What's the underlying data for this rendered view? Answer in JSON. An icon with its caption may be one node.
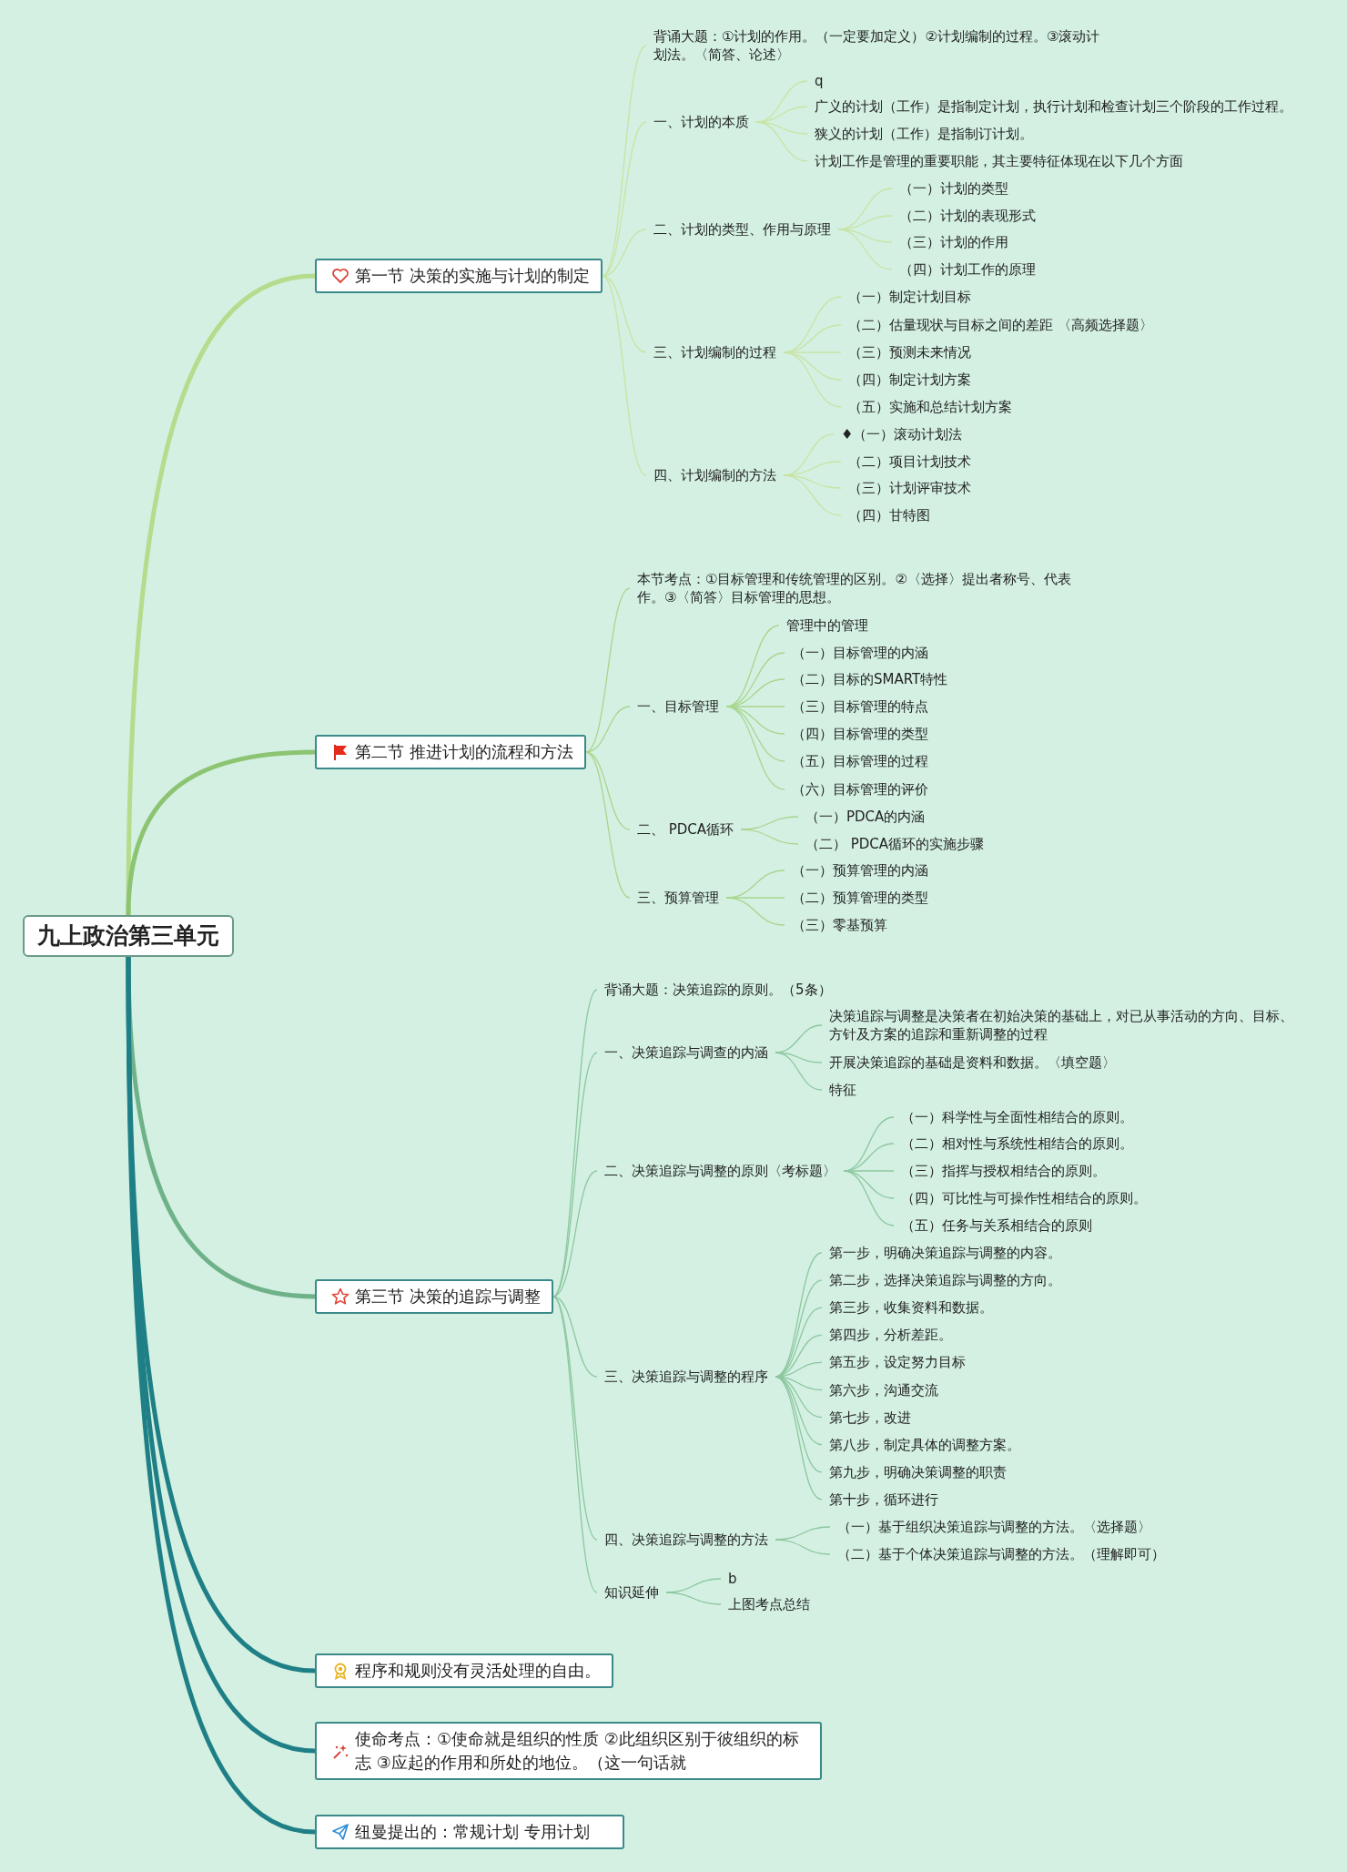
{
  "diagram": {
    "nodes": [
      {
        "text": [
          "九上政治第三单元"
        ]
      },
      {
        "text": [
          "第一节 决策的实施与计划的制定"
        ]
      },
      {
        "text": [
          "背诵大题：①计划的作用。（一定要加定义）②计划编制的过程。③滚动计划法。〈简答、论述〉"
        ]
      },
      {
        "text": [
          "一、计划的本质"
        ]
      },
      {
        "text": [
          "q"
        ]
      },
      {
        "text": [
          "广义的计划（工作）是指制定计划，执行计划和检查计划三个阶段的工作过程。"
        ]
      },
      {
        "text": [
          "狭义的计划（工作）是指制订计划。"
        ]
      },
      {
        "text": [
          "计划工作是管理的重要职能，其主要特征体现在以下几个方面"
        ]
      },
      {
        "text": [
          "二、计划的类型、作用与原理"
        ]
      },
      {
        "text": [
          "（一）计划的类型"
        ]
      },
      {
        "text": [
          "（二）计划的表现形式"
        ]
      },
      {
        "text": [
          "（三）计划的作用"
        ]
      },
      {
        "text": [
          "（四）计划工作的原理"
        ]
      },
      {
        "text": [
          "三、计划编制的过程"
        ]
      },
      {
        "text": [
          "（一）制定计划目标"
        ]
      },
      {
        "text": [
          "（二）估量现状与目标之间的差距 〈高频选择题〉"
        ]
      },
      {
        "text": [
          "（三）预测未来情况"
        ]
      },
      {
        "text": [
          "（四）制定计划方案"
        ]
      },
      {
        "text": [
          "（五）实施和总结计划方案"
        ]
      },
      {
        "text": [
          "四、计划编制的方法"
        ]
      },
      {
        "text": [
          "♦（一）滚动计划法"
        ]
      },
      {
        "text": [
          "（二）项目计划技术"
        ]
      },
      {
        "text": [
          "（三）计划评审技术"
        ]
      },
      {
        "text": [
          "（四）甘特图"
        ]
      },
      {
        "text": [
          "第二节 推进计划的流程和方法"
        ]
      },
      {
        "text": [
          "本节考点：①目标管理和传统管理的区别。②〈选择〉提出者称号、代表作。③〈简答〉目标管理的思想。"
        ]
      },
      {
        "text": [
          "一、目标管理"
        ]
      },
      {
        "text": [
          "管理中的管理"
        ]
      },
      {
        "text": [
          "（一）目标管理的内涵"
        ]
      },
      {
        "text": [
          "（二）目标的SMART特性"
        ]
      },
      {
        "text": [
          "（三）目标管理的特点"
        ]
      },
      {
        "text": [
          "（四）目标管理的类型"
        ]
      },
      {
        "text": [
          "（五）目标管理的过程"
        ]
      },
      {
        "text": [
          "（六）目标管理的评价"
        ]
      },
      {
        "text": [
          "二、 PDCA循环"
        ]
      },
      {
        "text": [
          "（一）PDCA的内涵"
        ]
      },
      {
        "text": [
          "（二） PDCA循环的实施步骤"
        ]
      },
      {
        "text": [
          "三、预算管理"
        ]
      },
      {
        "text": [
          "（一）预算管理的内涵"
        ]
      },
      {
        "text": [
          "（二）预算管理的类型"
        ]
      },
      {
        "text": [
          "（三）零基预算"
        ]
      },
      {
        "text": [
          "第三节 决策的追踪与调整"
        ]
      },
      {
        "text": [
          "背诵大题：决策追踪的原则。（5条）"
        ]
      },
      {
        "text": [
          "一、决策追踪与调查的内涵"
        ]
      },
      {
        "text": [
          "决策追踪与调整是决策者在初始决策的基础上，对已从事活动的方向、目标、方针及方案的追踪和重新调整的过程"
        ]
      },
      {
        "text": [
          "开展决策追踪的基础是资料和数据。〈填空题〉"
        ]
      },
      {
        "text": [
          "特征"
        ]
      },
      {
        "text": [
          "二、决策追踪与调整的原则〈考标题〉"
        ]
      },
      {
        "text": [
          "（一）科学性与全面性相结合的原则。"
        ]
      },
      {
        "text": [
          "（二）相对性与系统性相结合的原则。"
        ]
      },
      {
        "text": [
          "（三）指挥与授权相结合的原则。"
        ]
      },
      {
        "text": [
          "（四）可比性与可操作性相结合的原则。"
        ]
      },
      {
        "text": [
          "（五）任务与关系相结合的原则"
        ]
      },
      {
        "text": [
          "三、决策追踪与调整的程序"
        ]
      },
      {
        "text": [
          "第一步，明确决策追踪与调整的内容。"
        ]
      },
      {
        "text": [
          "第二步，选择决策追踪与调整的方向。"
        ]
      },
      {
        "text": [
          "第三步，收集资料和数据。"
        ]
      },
      {
        "text": [
          "第四步，分析差距。"
        ]
      },
      {
        "text": [
          "第五步，设定努力目标"
        ]
      },
      {
        "text": [
          "第六步，沟通交流"
        ]
      },
      {
        "text": [
          "第七步，改进"
        ]
      },
      {
        "text": [
          "第八步，制定具体的调整方案。"
        ]
      },
      {
        "text": [
          "第九步，明确决策调整的职责"
        ]
      },
      {
        "text": [
          "第十步，循环进行"
        ]
      },
      {
        "text": [
          "四、决策追踪与调整的方法"
        ]
      },
      {
        "text": [
          "（一）基于组织决策追踪与调整的方法。〈选择题〉"
        ]
      },
      {
        "text": [
          "（二）基于个体决策追踪与调整的方法。（理解即可）"
        ]
      },
      {
        "text": [
          "知识延伸"
        ]
      },
      {
        "text": [
          "b"
        ]
      },
      {
        "text": [
          "上图考点总结"
        ]
      },
      {
        "text": [
          "程序和规则没有灵活处理的自由。"
        ]
      },
      {
        "text": [
          "使命考点：①使命就是组织的性质 ②此组织区别于彼组织的标志 ③应起的作用和所处的地位。（这一句话就"
        ]
      },
      {
        "text": [
          "纽曼提出的：常规计划 专用计划"
        ]
      }
    ],
    "edges": [
      {
        "from": 0,
        "to": 1,
        "arrow": "none",
        "style": "thick",
        "color": "#b5dc8c"
      },
      {
        "from": 0,
        "to": 24,
        "arrow": "none",
        "style": "thick",
        "color": "#8cc472"
      },
      {
        "from": 0,
        "to": 41,
        "arrow": "none",
        "style": "thick",
        "color": "#6fb28a"
      },
      {
        "from": 0,
        "to": 70,
        "arrow": "none",
        "style": "thick",
        "color": "#1f7f86"
      },
      {
        "from": 0,
        "to": 71,
        "arrow": "none",
        "style": "thick",
        "color": "#1f7f86"
      },
      {
        "from": 0,
        "to": 72,
        "arrow": "none",
        "style": "thick",
        "color": "#1f7f86"
      },
      {
        "from": 1,
        "to": 2,
        "arrow": "none",
        "color": "#c8e4a4"
      },
      {
        "from": 1,
        "to": 3,
        "arrow": "none",
        "color": "#c8e4a4"
      },
      {
        "from": 1,
        "to": 8,
        "arrow": "none",
        "color": "#c8e4a4"
      },
      {
        "from": 1,
        "to": 13,
        "arrow": "none",
        "color": "#c8e4a4"
      },
      {
        "from": 1,
        "to": 19,
        "arrow": "none",
        "color": "#c8e4a4"
      },
      {
        "from": 3,
        "to": 4,
        "arrow": "none",
        "color": "#c8e4a4"
      },
      {
        "from": 3,
        "to": 5,
        "arrow": "none",
        "color": "#c8e4a4"
      },
      {
        "from": 3,
        "to": 6,
        "arrow": "none",
        "color": "#c8e4a4"
      },
      {
        "from": 3,
        "to": 7,
        "arrow": "none",
        "color": "#c8e4a4"
      },
      {
        "from": 8,
        "to": 9,
        "arrow": "none",
        "color": "#c8e4a4"
      },
      {
        "from": 8,
        "to": 10,
        "arrow": "none",
        "color": "#c8e4a4"
      },
      {
        "from": 8,
        "to": 11,
        "arrow": "none",
        "color": "#c8e4a4"
      },
      {
        "from": 8,
        "to": 12,
        "arrow": "none",
        "color": "#c8e4a4"
      },
      {
        "from": 13,
        "to": 14,
        "arrow": "none",
        "color": "#c8e4a4"
      },
      {
        "from": 13,
        "to": 15,
        "arrow": "none",
        "color": "#c8e4a4"
      },
      {
        "from": 13,
        "to": 16,
        "arrow": "none",
        "color": "#c8e4a4"
      },
      {
        "from": 13,
        "to": 17,
        "arrow": "none",
        "color": "#c8e4a4"
      },
      {
        "from": 13,
        "to": 18,
        "arrow": "none",
        "color": "#c8e4a4"
      },
      {
        "from": 19,
        "to": 20,
        "arrow": "none",
        "color": "#c8e4a4"
      },
      {
        "from": 19,
        "to": 21,
        "arrow": "none",
        "color": "#c8e4a4"
      },
      {
        "from": 19,
        "to": 22,
        "arrow": "none",
        "color": "#c8e4a4"
      },
      {
        "from": 19,
        "to": 23,
        "arrow": "none",
        "color": "#c8e4a4"
      },
      {
        "from": 24,
        "to": 25,
        "arrow": "none",
        "color": "#a8d68e"
      },
      {
        "from": 24,
        "to": 26,
        "arrow": "none",
        "color": "#a8d68e"
      },
      {
        "from": 24,
        "to": 34,
        "arrow": "none",
        "color": "#a8d68e"
      },
      {
        "from": 24,
        "to": 37,
        "arrow": "none",
        "color": "#a8d68e"
      },
      {
        "from": 26,
        "to": 27,
        "arrow": "none",
        "color": "#a8d68e"
      },
      {
        "from": 26,
        "to": 28,
        "arrow": "none",
        "color": "#a8d68e"
      },
      {
        "from": 26,
        "to": 29,
        "arrow": "none",
        "color": "#a8d68e"
      },
      {
        "from": 26,
        "to": 30,
        "arrow": "none",
        "color": "#a8d68e"
      },
      {
        "from": 26,
        "to": 31,
        "arrow": "none",
        "color": "#a8d68e"
      },
      {
        "from": 26,
        "to": 32,
        "arrow": "none",
        "color": "#a8d68e"
      },
      {
        "from": 26,
        "to": 33,
        "arrow": "none",
        "color": "#a8d68e"
      },
      {
        "from": 34,
        "to": 35,
        "arrow": "none",
        "color": "#a8d68e"
      },
      {
        "from": 34,
        "to": 36,
        "arrow": "none",
        "color": "#a8d68e"
      },
      {
        "from": 37,
        "to": 38,
        "arrow": "none",
        "color": "#a8d68e"
      },
      {
        "from": 37,
        "to": 39,
        "arrow": "none",
        "color": "#a8d68e"
      },
      {
        "from": 37,
        "to": 40,
        "arrow": "none",
        "color": "#a8d68e"
      },
      {
        "from": 41,
        "to": 42,
        "arrow": "none"
      },
      {
        "from": 41,
        "to": 43,
        "arrow": "none"
      },
      {
        "from": 41,
        "to": 47,
        "arrow": "none"
      },
      {
        "from": 41,
        "to": 53,
        "arrow": "none"
      },
      {
        "from": 41,
        "to": 64,
        "arrow": "none"
      },
      {
        "from": 41,
        "to": 67,
        "arrow": "none"
      },
      {
        "from": 43,
        "to": 44,
        "arrow": "none"
      },
      {
        "from": 43,
        "to": 45,
        "arrow": "none"
      },
      {
        "from": 43,
        "to": 46,
        "arrow": "none"
      },
      {
        "from": 47,
        "to": 48,
        "arrow": "none"
      },
      {
        "from": 47,
        "to": 49,
        "arrow": "none"
      },
      {
        "from": 47,
        "to": 50,
        "arrow": "none"
      },
      {
        "from": 47,
        "to": 51,
        "arrow": "none"
      },
      {
        "from": 47,
        "to": 52,
        "arrow": "none"
      },
      {
        "from": 53,
        "to": 54,
        "arrow": "none"
      },
      {
        "from": 53,
        "to": 55,
        "arrow": "none"
      },
      {
        "from": 53,
        "to": 56,
        "arrow": "none"
      },
      {
        "from": 53,
        "to": 57,
        "arrow": "none"
      },
      {
        "from": 53,
        "to": 58,
        "arrow": "none"
      },
      {
        "from": 53,
        "to": 59,
        "arrow": "none"
      },
      {
        "from": 53,
        "to": 60,
        "arrow": "none"
      },
      {
        "from": 53,
        "to": 61,
        "arrow": "none"
      },
      {
        "from": 53,
        "to": 62,
        "arrow": "none"
      },
      {
        "from": 53,
        "to": 63,
        "arrow": "none"
      },
      {
        "from": 64,
        "to": 65,
        "arrow": "none"
      },
      {
        "from": 64,
        "to": 66,
        "arrow": "none"
      },
      {
        "from": 67,
        "to": 68,
        "arrow": "none"
      },
      {
        "from": 67,
        "to": 69,
        "arrow": "none"
      }
    ]
  }
}
